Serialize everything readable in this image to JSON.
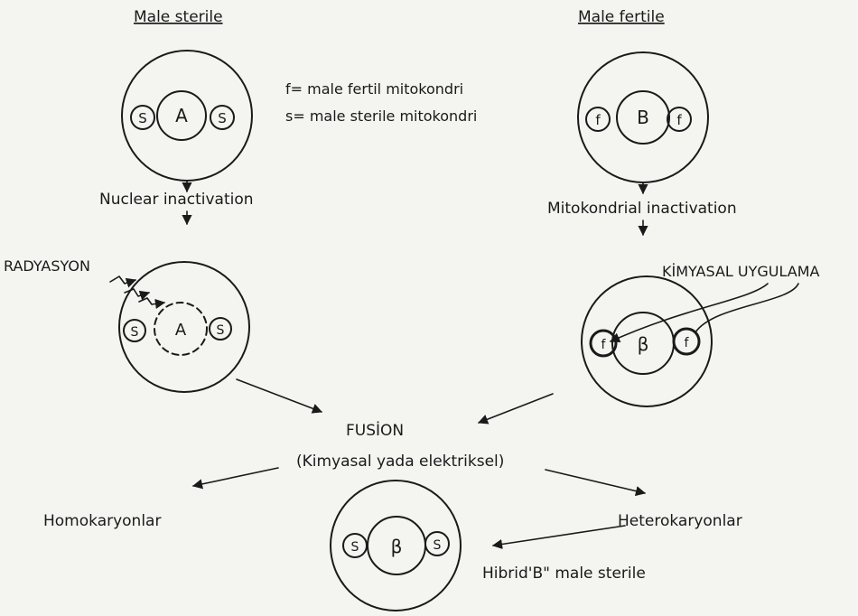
{
  "headings": {
    "left": "Male sterile",
    "right": "Male fertile"
  },
  "legend": {
    "line1": "f= male fertil mitokondri",
    "line2": "s= male sterile mitokondri"
  },
  "cells": {
    "top_left": {
      "nucleus": "A",
      "mito_left": "S",
      "mito_right": "S"
    },
    "top_right": {
      "nucleus": "B",
      "mito_left": "f",
      "mito_right": "f"
    },
    "mid_left": {
      "nucleus": "A",
      "mito_left": "S",
      "mito_right": "S"
    },
    "mid_right": {
      "nucleus": "β",
      "mito_left": "f",
      "mito_right": "f"
    },
    "bottom": {
      "nucleus": "β",
      "mito_left": "S",
      "mito_right": "S"
    }
  },
  "steps": {
    "nuclear_inactivation": "Nuclear inactivation",
    "mitochondrial_inactivation": "Mitokondrial inactivation",
    "radiation": "RADYASYON",
    "chemical_treatment": "KİMYASAL UYGULAMA"
  },
  "fusion": {
    "title": "FUSİON",
    "subtitle": "(Kimyasal yada elektriksel)"
  },
  "outcomes": {
    "homokaryons": "Homokaryonlar",
    "heterokaryons": "Heterokaryonlar",
    "hybrid": "Hibrid'B\" male sterile"
  },
  "colors": {
    "ink": "#1a1a1a",
    "paper": "#f4f4f1"
  }
}
